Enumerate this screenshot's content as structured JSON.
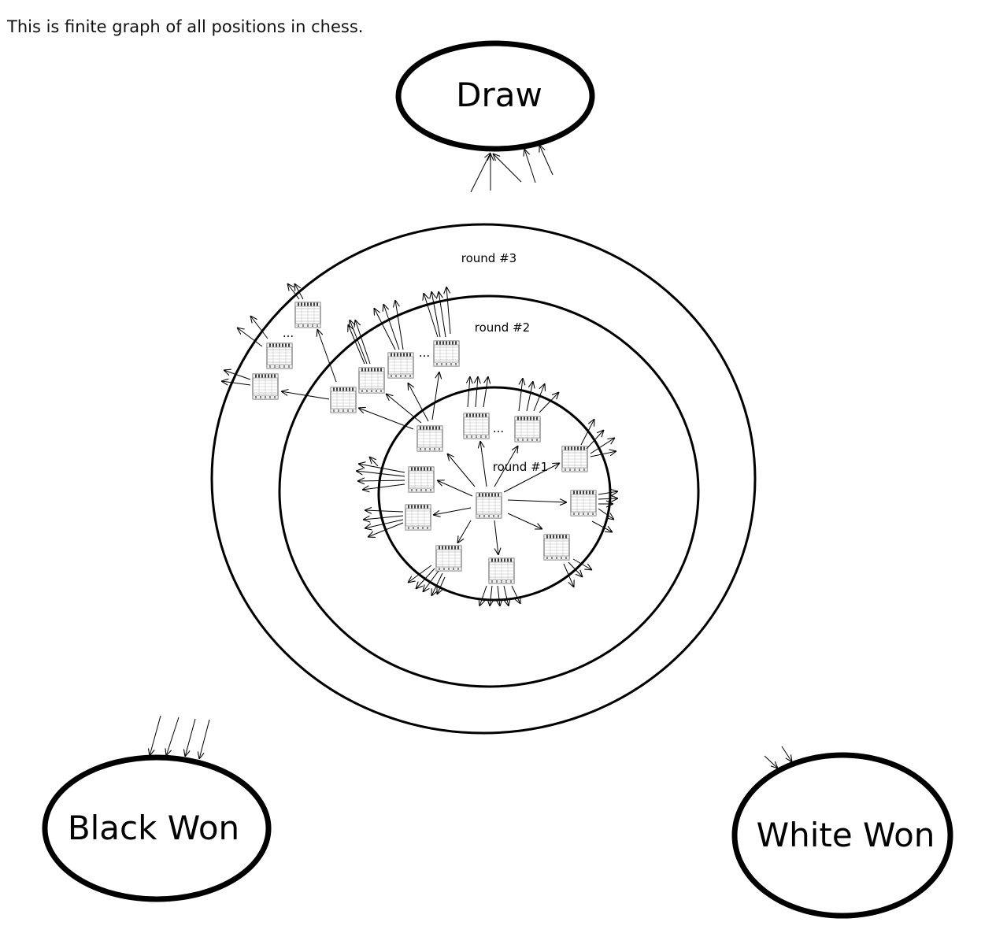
{
  "caption": "This is finite graph of all positions in chess.",
  "nodes": {
    "draw": "Draw",
    "black_won": "Black Won",
    "white_won": "White Won"
  },
  "rings": {
    "round1": "round #1",
    "round2": "round #2",
    "round3": "round #3"
  },
  "ellipsis": "..."
}
